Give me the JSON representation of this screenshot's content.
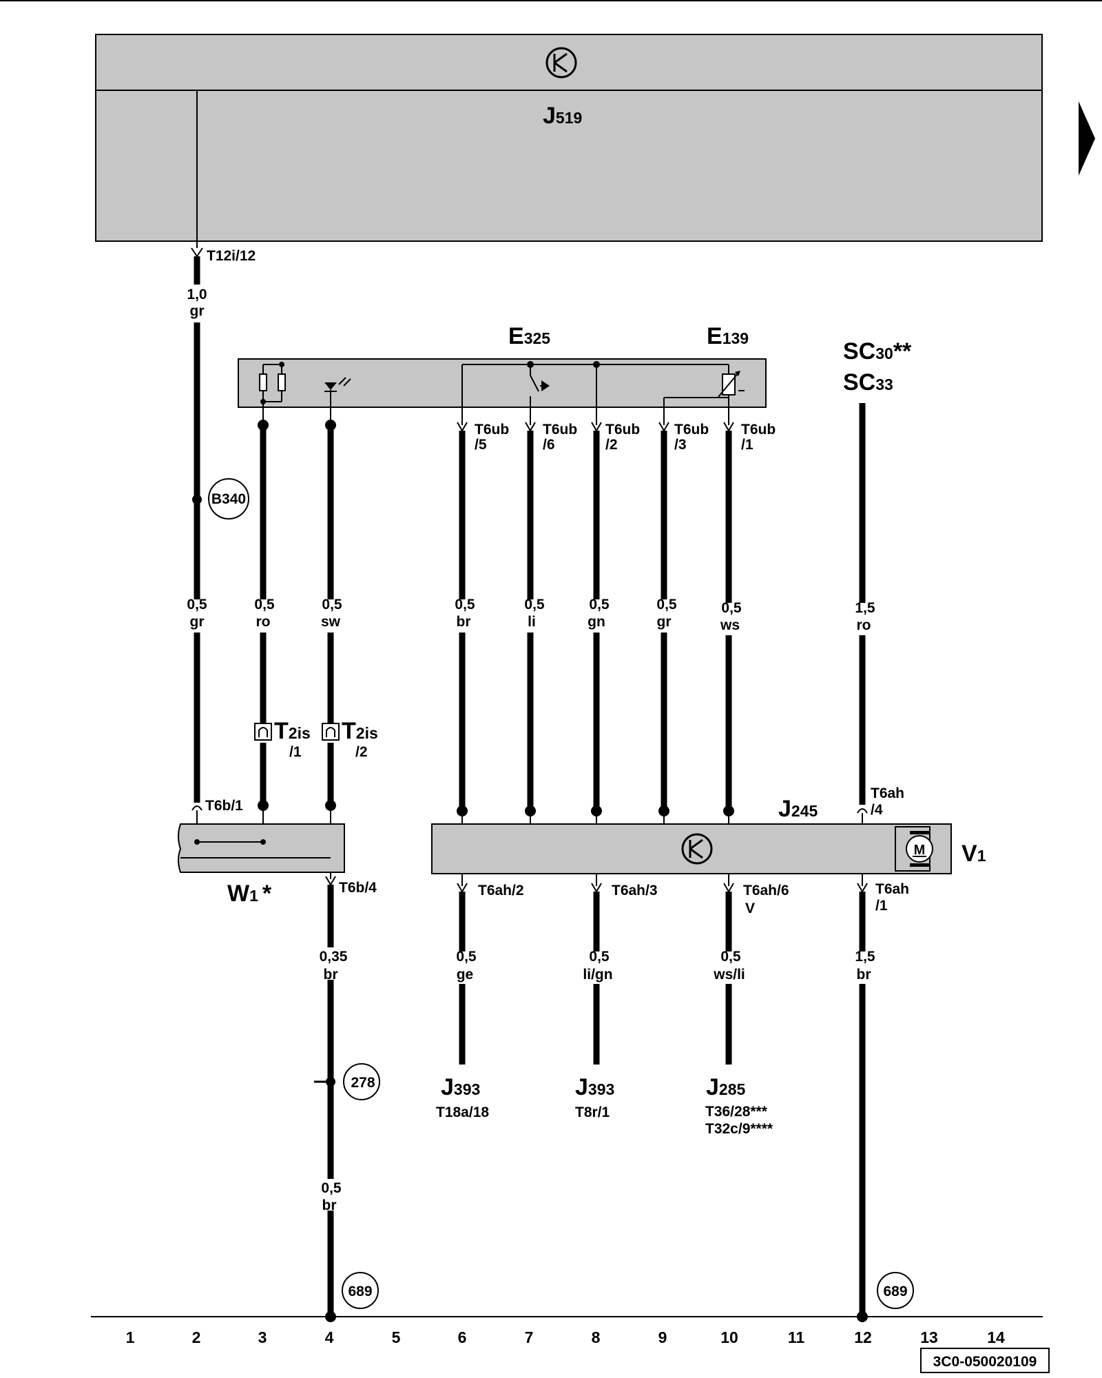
{
  "components": {
    "j519": {
      "main": "J",
      "sub": "519"
    },
    "e325": {
      "main": "E",
      "sub": "325"
    },
    "e139": {
      "main": "E",
      "sub": "139"
    },
    "sc30": {
      "main": "SC",
      "sub": "30",
      "mark": "**"
    },
    "sc33": {
      "main": "SC",
      "sub": "33"
    },
    "j245": {
      "main": "J",
      "sub": "245"
    },
    "v1": {
      "main": "V",
      "sub": "1"
    },
    "w1": {
      "main": "W",
      "sub": "1",
      "mark": "*"
    }
  },
  "connectors": {
    "t12i": "T12i/12",
    "t6b_1": "T6b/1",
    "t6b_4": "T6b/4",
    "t6ub_5": [
      "T6ub",
      "/5"
    ],
    "t6ub_6": [
      "T6ub",
      "/6"
    ],
    "t6ub_2": [
      "T6ub",
      "/2"
    ],
    "t6ub_3": [
      "T6ub",
      "/3"
    ],
    "t6ub_1": [
      "T6ub",
      "/1"
    ],
    "t6ah_4": [
      "T6ah",
      "/4"
    ],
    "t6ah_2": "T6ah/2",
    "t6ah_3": "T6ah/3",
    "t6ah_6": [
      "T6ah/6",
      "V"
    ],
    "t6ah_1": [
      "T6ah",
      "/1"
    ],
    "t2is_1": {
      "main": "T",
      "sub": "2is",
      "pin": "/1"
    },
    "t2is_2": {
      "main": "T",
      "sub": "2is",
      "pin": "/2"
    }
  },
  "wires": {
    "top_gr": [
      "1,0",
      "gr"
    ],
    "gr": [
      "0,5",
      "gr"
    ],
    "ro": [
      "0,5",
      "ro"
    ],
    "sw": [
      "0,5",
      "sw"
    ],
    "br": [
      "0,5",
      "br"
    ],
    "li": [
      "0,5",
      "li"
    ],
    "gn": [
      "0,5",
      "gn"
    ],
    "gr2": [
      "0,5",
      "gr"
    ],
    "ws": [
      "0,5",
      "ws"
    ],
    "ro15": [
      "1,5",
      "ro"
    ],
    "br035": [
      "0,35",
      "br"
    ],
    "ge": [
      "0,5",
      "ge"
    ],
    "lign": [
      "0,5",
      "li/gn"
    ],
    "wsli": [
      "0,5",
      "ws/li"
    ],
    "br15": [
      "1,5",
      "br"
    ],
    "br05": [
      "0,5",
      "br"
    ]
  },
  "targets": {
    "j393a": {
      "main": "J",
      "sub": "393",
      "pin": "T18a/18"
    },
    "j393b": {
      "main": "J",
      "sub": "393",
      "pin": "T8r/1"
    },
    "j285": {
      "main": "J",
      "sub": "285",
      "pins": [
        "T36/28***",
        "T32c/9****"
      ]
    }
  },
  "refs": {
    "b340": "B340",
    "r278": "278",
    "r689a": "689",
    "r689b": "689"
  },
  "columns": [
    "1",
    "2",
    "3",
    "4",
    "5",
    "6",
    "7",
    "8",
    "9",
    "10",
    "11",
    "12",
    "13",
    "14"
  ],
  "diagram_id": "3C0-050020109"
}
